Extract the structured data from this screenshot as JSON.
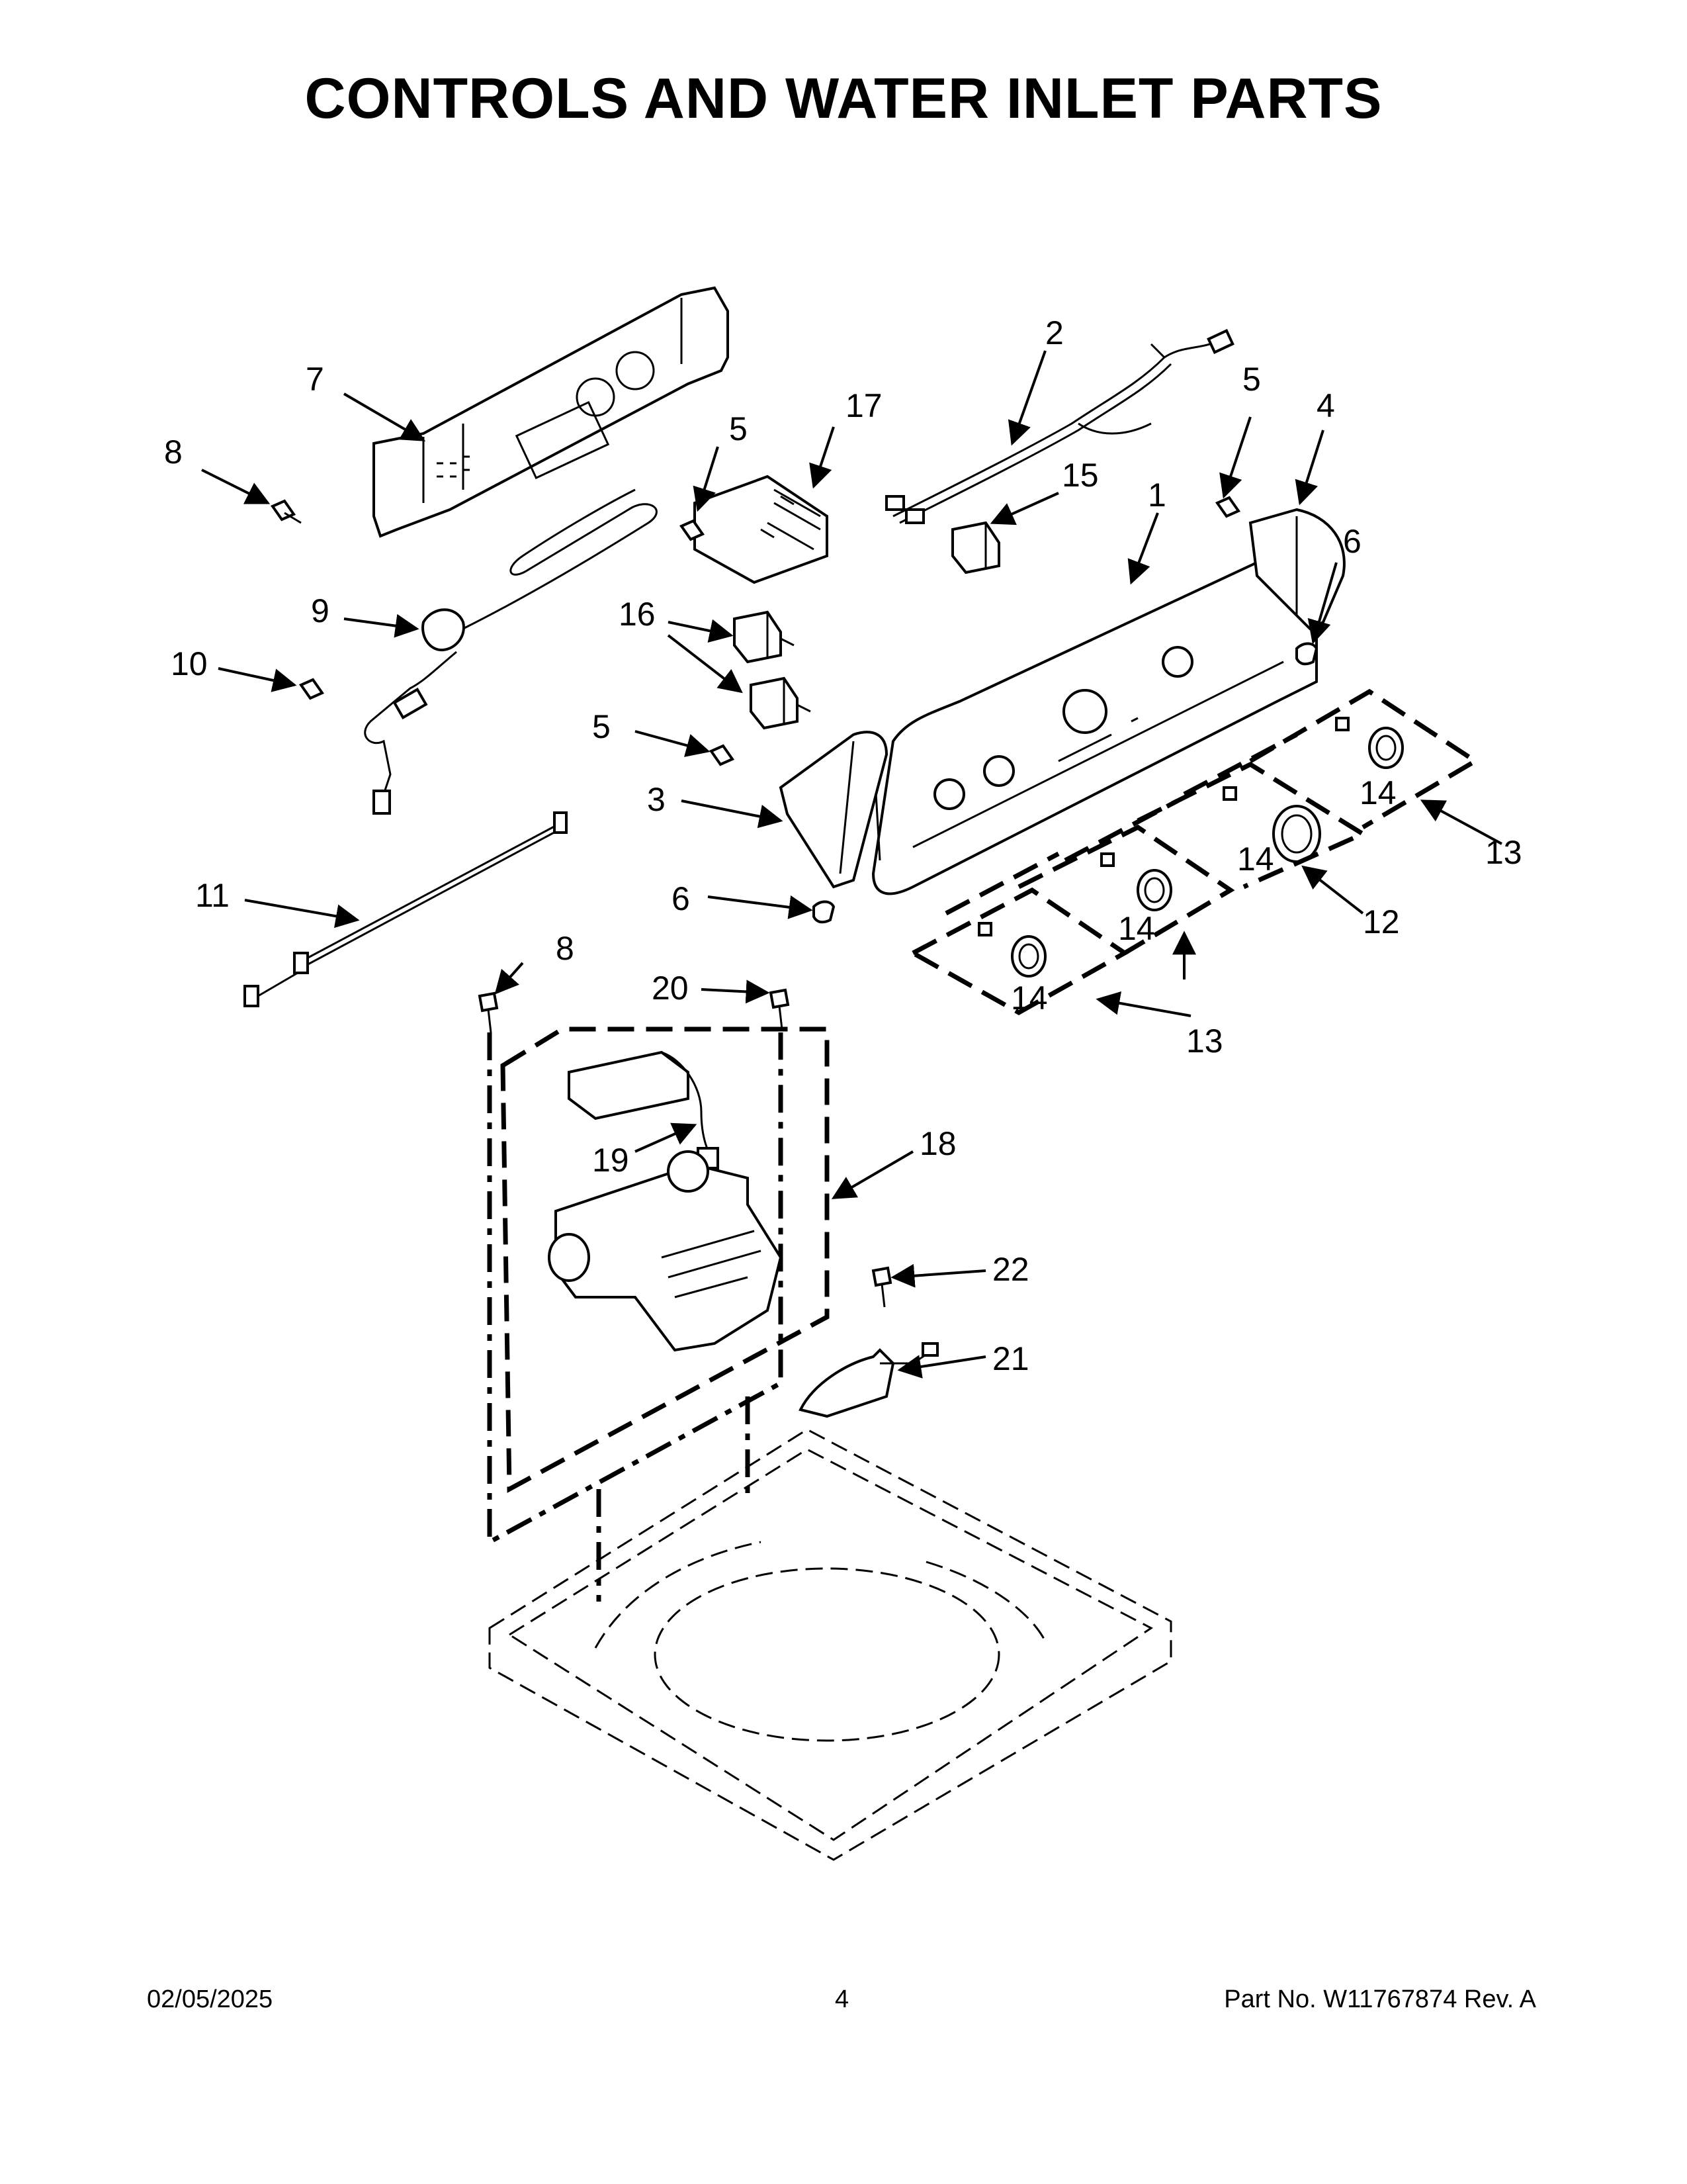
{
  "page": {
    "title": "CONTROLS AND WATER INLET PARTS",
    "date": "02/05/2025",
    "page_number": "4",
    "part_number": "Part No.  W11767874  Rev.  A"
  },
  "callouts": [
    "1",
    "2",
    "3",
    "4",
    "5",
    "6",
    "7",
    "8",
    "9",
    "10",
    "11",
    "12",
    "13",
    "14",
    "15",
    "16",
    "17",
    "18",
    "19",
    "20",
    "21",
    "22"
  ]
}
